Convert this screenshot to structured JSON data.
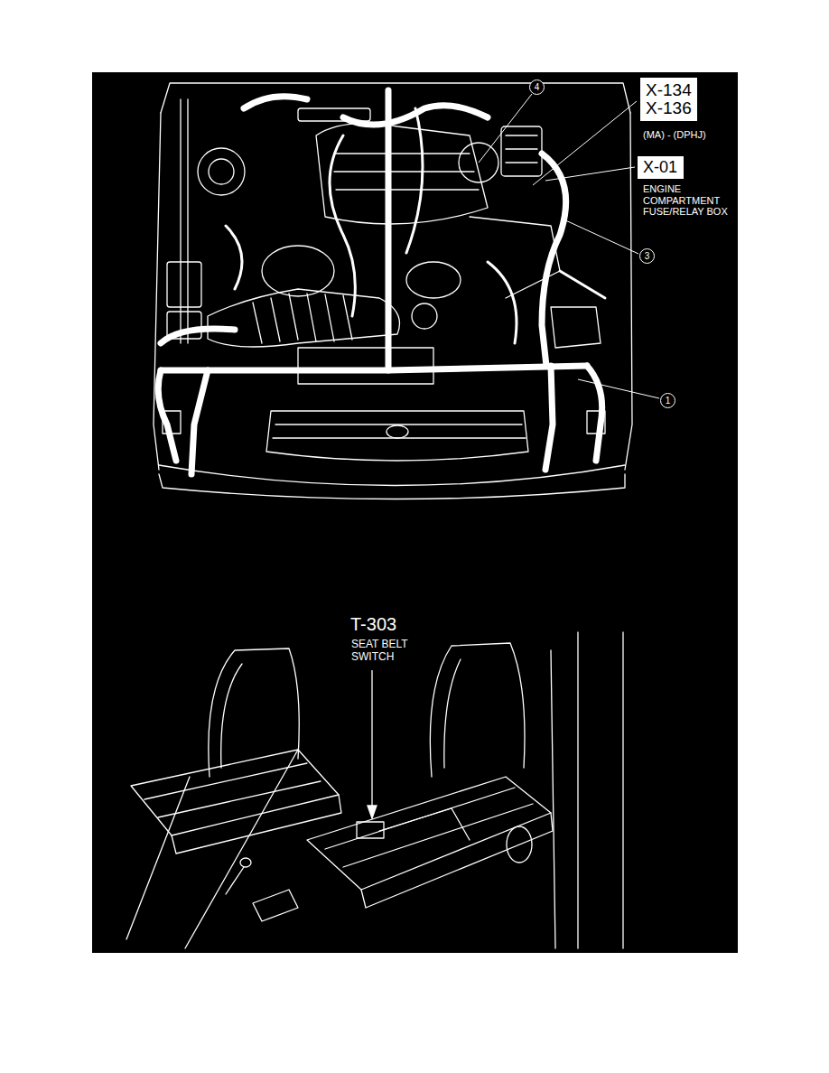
{
  "diagram": {
    "nodes": [
      {
        "text": [
          "X-134",
          "X-136"
        ]
      },
      {
        "text": [
          "X-01"
        ]
      }
    ],
    "labels": [
      "(MA) - (DPHJ)",
      "ENGINE COMPARTMENT FUSE/RELAY BOX",
      "4",
      "3",
      "1",
      "T-303",
      "SEAT BELT SWITCH"
    ]
  }
}
